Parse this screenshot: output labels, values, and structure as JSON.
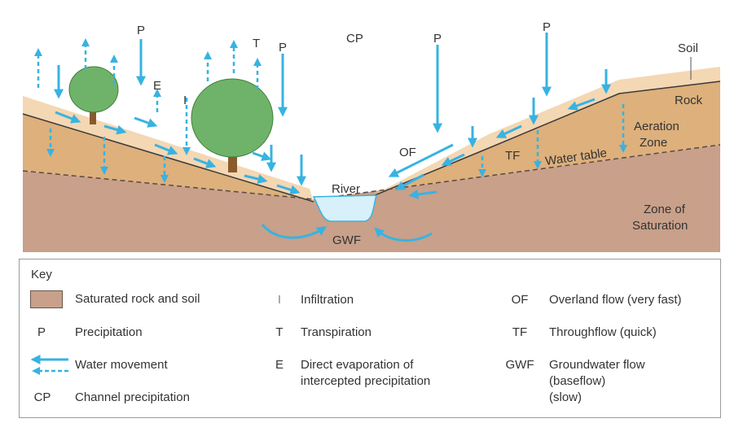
{
  "diagram": {
    "labels": {
      "p1": "P",
      "p2": "P",
      "p3": "P",
      "p4": "P",
      "cp": "CP",
      "t": "T",
      "e": "E",
      "i": "I",
      "soil": "Soil",
      "rock": "Rock",
      "aeration1": "Aeration",
      "aeration2": "Zone",
      "water_table": "Water table",
      "saturation1": "Zone of",
      "saturation2": "Saturation",
      "of": "OF",
      "tf": "TF",
      "river": "River",
      "gwf": "GWF"
    },
    "colors": {
      "saturated": "#c9a08a",
      "aeration": "#ddb07c",
      "soil": "#f4d7b3",
      "water": "#37b3e2",
      "river": "#d8f0fa",
      "tree": "#6fb36a",
      "trunk": "#8b5a2b"
    }
  },
  "key": {
    "title": "Key",
    "items": [
      {
        "code": "",
        "desc": "Saturated rock and soil",
        "icon": "saturated-swatch-icon"
      },
      {
        "code": "P",
        "desc": "Precipitation"
      },
      {
        "code": "",
        "desc": "Water movement",
        "icon": "water-movement-arrows-icon"
      },
      {
        "code": "CP",
        "desc": "Channel precipitation"
      },
      {
        "code": "I",
        "desc": "Infiltration"
      },
      {
        "code": "T",
        "desc": "Transpiration"
      },
      {
        "code": "E",
        "desc_line1": "Direct evaporation of",
        "desc_line2": "intercepted precipitation"
      },
      {
        "code": "OF",
        "desc": "Overland flow (very fast)"
      },
      {
        "code": "TF",
        "desc": "Throughflow (quick)"
      },
      {
        "code": "GWF",
        "desc_line1": "Groundwater flow",
        "desc_line2": "(baseflow)",
        "desc_line3": "(slow)"
      }
    ]
  }
}
